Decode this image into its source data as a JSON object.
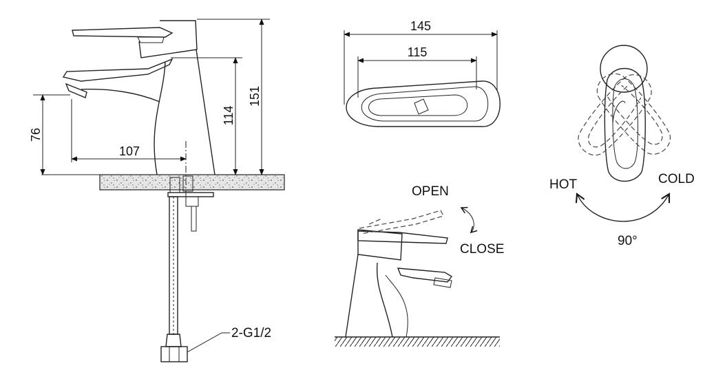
{
  "dimensions": {
    "spout_height": "76",
    "reach": "107",
    "body_height": "114",
    "total_height": "151",
    "top_width": "145",
    "inner_width": "115"
  },
  "labels": {
    "connection": "2-G1/2",
    "open": "OPEN",
    "close": "CLOSE",
    "hot": "HOT",
    "cold": "COLD",
    "rotation": "90°"
  }
}
